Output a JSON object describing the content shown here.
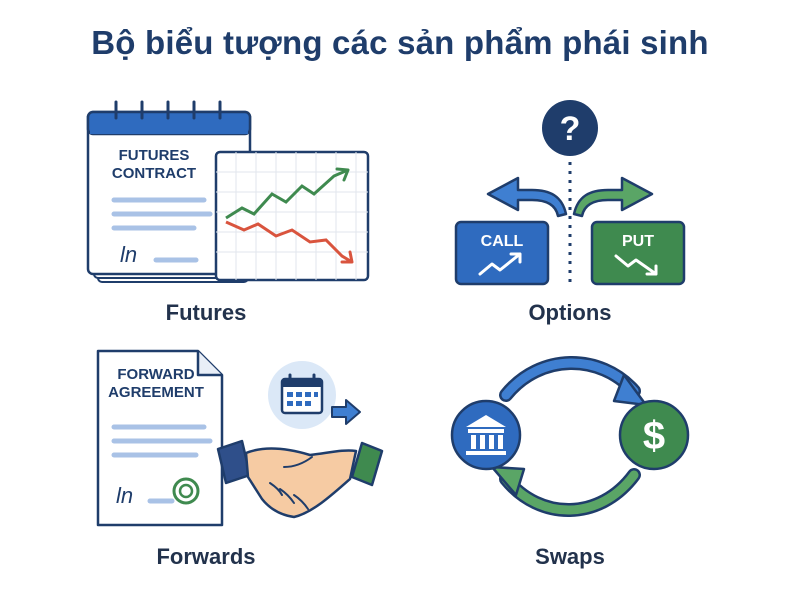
{
  "title": "Bộ biểu tượng các sản phẩm phái sinh",
  "futures": {
    "label": "Futures",
    "doc_line1": "FUTURES",
    "doc_line2": "CONTRACT",
    "signature": "ln"
  },
  "options": {
    "label": "Options",
    "question_mark": "?",
    "call_label": "CALL",
    "put_label": "PUT"
  },
  "forwards": {
    "label": "Forwards",
    "doc_line1": "FORWARD",
    "doc_line2": "AGREEMENT",
    "signature": "ln"
  },
  "swaps": {
    "label": "Swaps",
    "currency_symbol": "$"
  },
  "colors": {
    "navy": "#1f3d6b",
    "blue": "#2f6bbf",
    "green": "#3f8a4f",
    "red": "#d9543e",
    "light_blue": "#dbe8f7"
  },
  "icons": [
    "calendar-icon",
    "line-chart-icon",
    "question-icon",
    "bank-icon",
    "dollar-icon",
    "handshake-icon",
    "seal-icon"
  ]
}
